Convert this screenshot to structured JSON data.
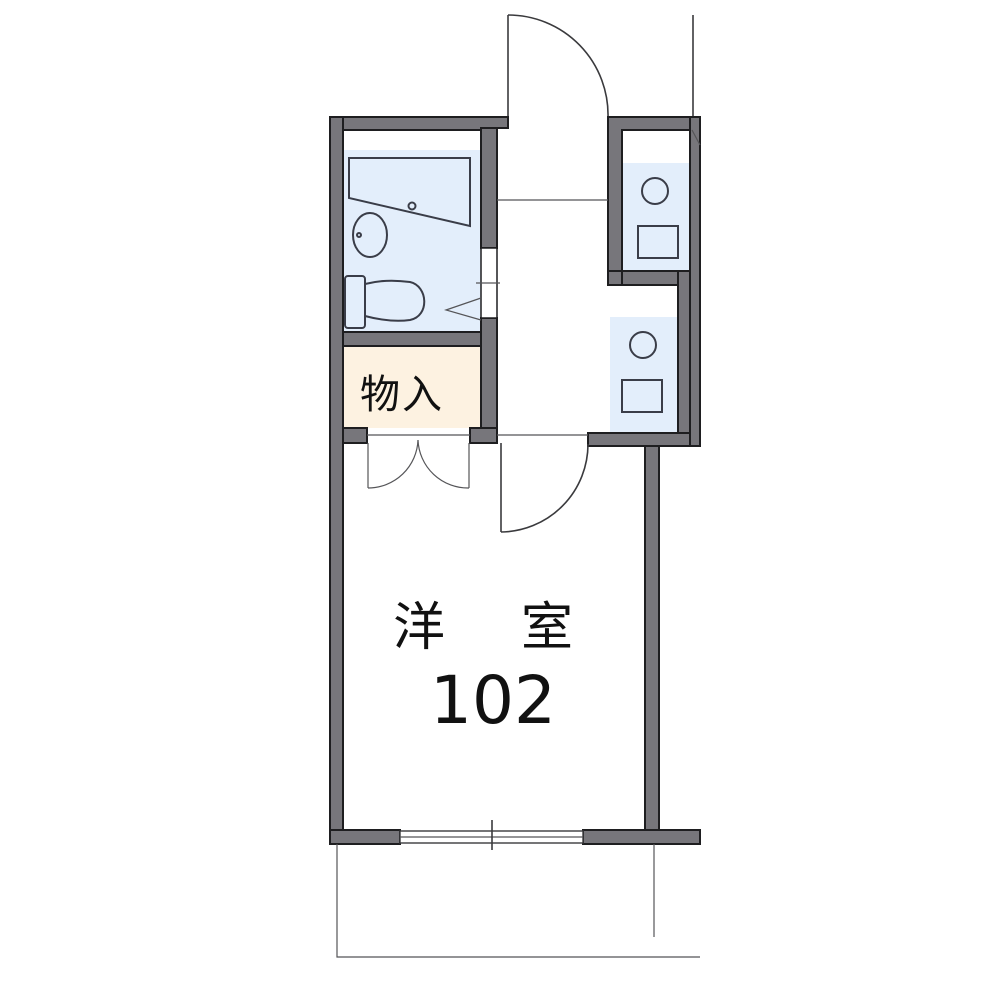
{
  "floor_plan": {
    "unit_number": "102",
    "rooms": [
      {
        "id": "western-room",
        "label_part1": "洋",
        "label_part2": "室",
        "full_label": "洋室",
        "fill": "#ffffff"
      },
      {
        "id": "storage-closet",
        "label": "物入",
        "fill": "#fdf2e1"
      },
      {
        "id": "unit-bath",
        "label": "",
        "fill": "#e3eefb"
      },
      {
        "id": "entrance-hall",
        "label": "",
        "fill": "#ffffff"
      },
      {
        "id": "laundry-space",
        "label": "",
        "fill": "#e3eefb"
      },
      {
        "id": "kitchen",
        "label": "",
        "fill": "#e3eefb"
      }
    ],
    "colors": {
      "wall": "#77767b",
      "wall_outline": "#1e1e20",
      "wet_area": "#e3eefb",
      "closet": "#fdf2e1",
      "background": "#ffffff"
    }
  }
}
